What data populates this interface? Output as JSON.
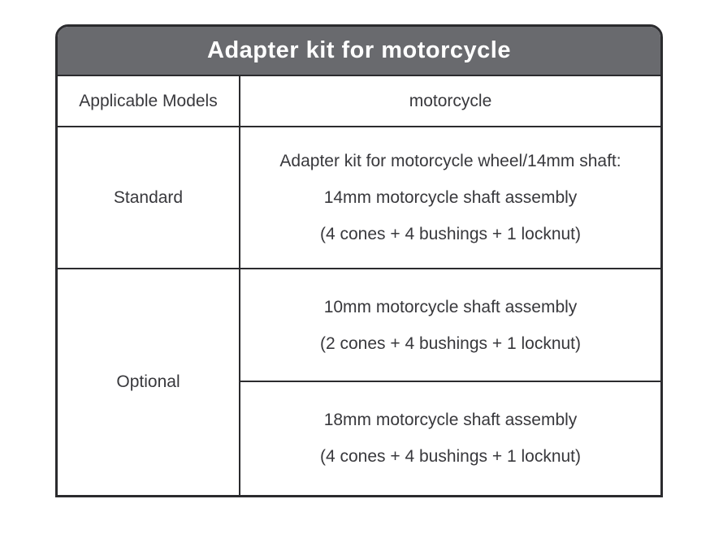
{
  "table": {
    "title": "Adapter kit for motorcycle",
    "rows": [
      {
        "label": "Applicable Models",
        "lines": [
          "motorcycle"
        ]
      },
      {
        "label": "Standard",
        "lines": [
          "Adapter kit for motorcycle wheel/14mm shaft:",
          "14mm motorcycle shaft assembly",
          "(4 cones + 4 bushings + 1 locknut)"
        ]
      },
      {
        "label": "Optional",
        "sub_rows": [
          {
            "lines": [
              "10mm motorcycle shaft assembly",
              "(2 cones + 4 bushings + 1 locknut)"
            ]
          },
          {
            "lines": [
              "18mm motorcycle shaft assembly",
              "(4 cones + 4 bushings + 1 locknut)"
            ]
          }
        ]
      }
    ]
  },
  "colors": {
    "header_bg": "#696a6e",
    "border": "#2b2b2e",
    "text": "#38383c",
    "header_text": "#ffffff",
    "page_bg": "#ffffff"
  }
}
